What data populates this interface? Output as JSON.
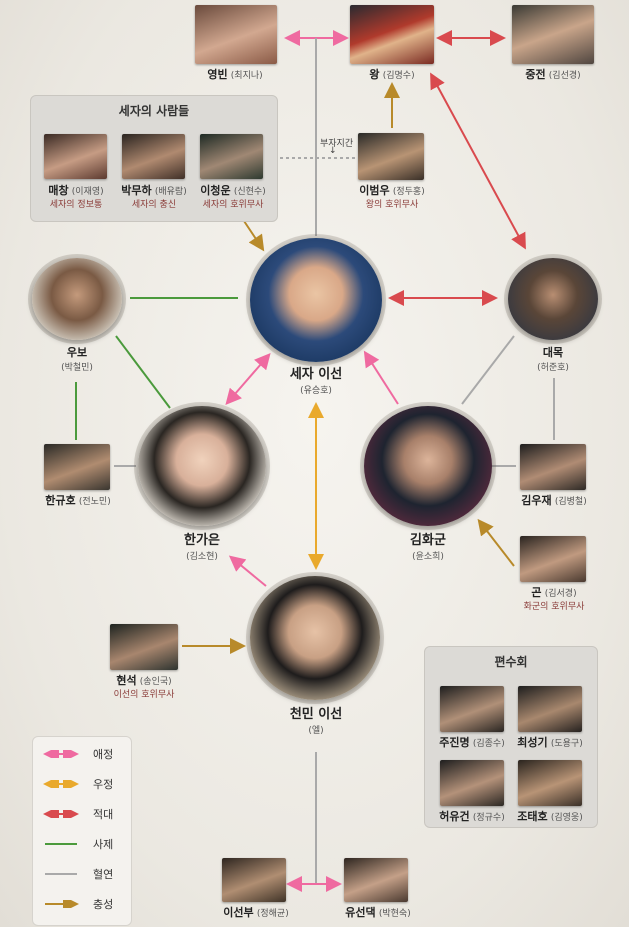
{
  "colors": {
    "affection": "#ef6aa0",
    "friendship": "#e9a92c",
    "hostility": "#d94a4e",
    "mentor": "#4b9a3c",
    "blood": "#a9a9a9",
    "loyalty": "#b88a2a",
    "role_text": "#8a3b38"
  },
  "characters": {
    "yeongbin": {
      "name": "영빈",
      "actor": "(최지나)"
    },
    "king": {
      "name": "왕",
      "actor": "(김명수)"
    },
    "queen": {
      "name": "중전",
      "actor": "(김선경)"
    },
    "maechang": {
      "name": "매창",
      "actor": "(이재영)",
      "role": "세자의 정보통"
    },
    "parkmuha": {
      "name": "박무하",
      "actor": "(배유람)",
      "role": "세자의 충신"
    },
    "leecheongun": {
      "name": "이청운",
      "actor": "(신현수)",
      "role": "세자의 호위무사"
    },
    "leebeomwoo": {
      "name": "이범우",
      "actor": "(정두홍)",
      "role": "왕의 호위무사"
    },
    "crownprince": {
      "name": "세자 이선",
      "actor": "(유승호)"
    },
    "wubo": {
      "name": "우보",
      "actor": "(박철민)"
    },
    "daemok": {
      "name": "대목",
      "actor": "(허준호)"
    },
    "hangyuho": {
      "name": "한규호",
      "actor": "(전노민)"
    },
    "hangaeun": {
      "name": "한가은",
      "actor": "(김소현)"
    },
    "kimhwagun": {
      "name": "김화군",
      "actor": "(윤소희)"
    },
    "kimwoojae": {
      "name": "김우재",
      "actor": "(김병철)"
    },
    "gon": {
      "name": "곤",
      "actor": "(김서경)",
      "role": "화군의 호위무사"
    },
    "hyunseok": {
      "name": "현석",
      "actor": "(송인국)",
      "role": "이선의 호위무사"
    },
    "cheonmin": {
      "name": "천민 이선",
      "actor": "(엘)"
    },
    "jujinmyeong": {
      "name": "주진명",
      "actor": "(김종수)"
    },
    "choiseonggi": {
      "name": "최성기",
      "actor": "(도용구)"
    },
    "heoyugeon": {
      "name": "허유건",
      "actor": "(정규수)"
    },
    "jotaeho": {
      "name": "조태호",
      "actor": "(김영웅)"
    },
    "leeseonbu": {
      "name": "이선부",
      "actor": "(정해균)"
    },
    "yuseondaek": {
      "name": "유선댁",
      "actor": "(박현숙)"
    }
  },
  "groups": {
    "crown_people": "세자의 사람들",
    "pyeonsuhoe": "편수회"
  },
  "notes": {
    "father_son": "부자지간"
  },
  "legend": [
    {
      "label": "애정",
      "color": "#ef6aa0",
      "arrow": "both"
    },
    {
      "label": "우정",
      "color": "#e9a92c",
      "arrow": "both"
    },
    {
      "label": "적대",
      "color": "#d94a4e",
      "arrow": "both"
    },
    {
      "label": "사제",
      "color": "#4b9a3c",
      "arrow": "none"
    },
    {
      "label": "혈연",
      "color": "#a9a9a9",
      "arrow": "none"
    },
    {
      "label": "충성",
      "color": "#b88a2a",
      "arrow": "end"
    }
  ]
}
